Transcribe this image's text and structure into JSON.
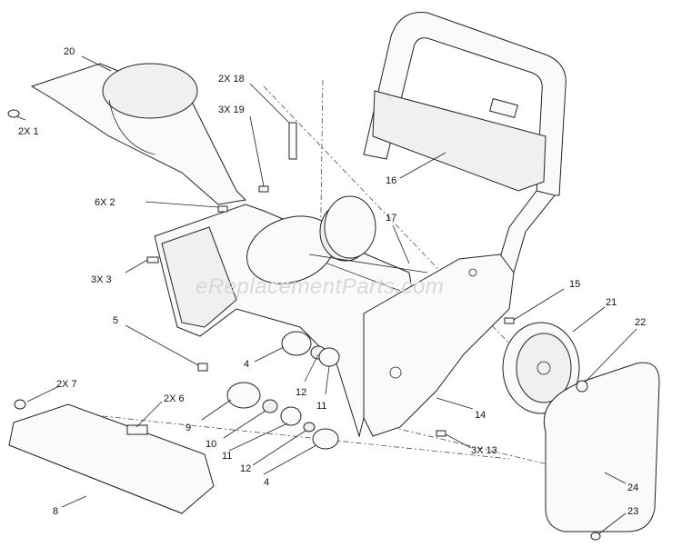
{
  "watermark": "eReplacementParts.com",
  "callouts": {
    "c20": "20",
    "c1": "2X  1",
    "c18": "2X 18",
    "c19": "3X 19",
    "c2": "6X  2",
    "c3": "3X  3",
    "c5": "5",
    "c16": "16",
    "c17": "17",
    "c15": "15",
    "c21": "21",
    "c22": "22",
    "c4a": "4",
    "c12a": "12",
    "c11a": "11",
    "c9": "9",
    "c10": "10",
    "c11b": "11",
    "c12b": "12",
    "c4b": "4",
    "c14": "14",
    "c13": "3X 13",
    "c7": "2X  7",
    "c6": "2X  6",
    "c8": "8",
    "c24": "24",
    "c23": "23"
  }
}
